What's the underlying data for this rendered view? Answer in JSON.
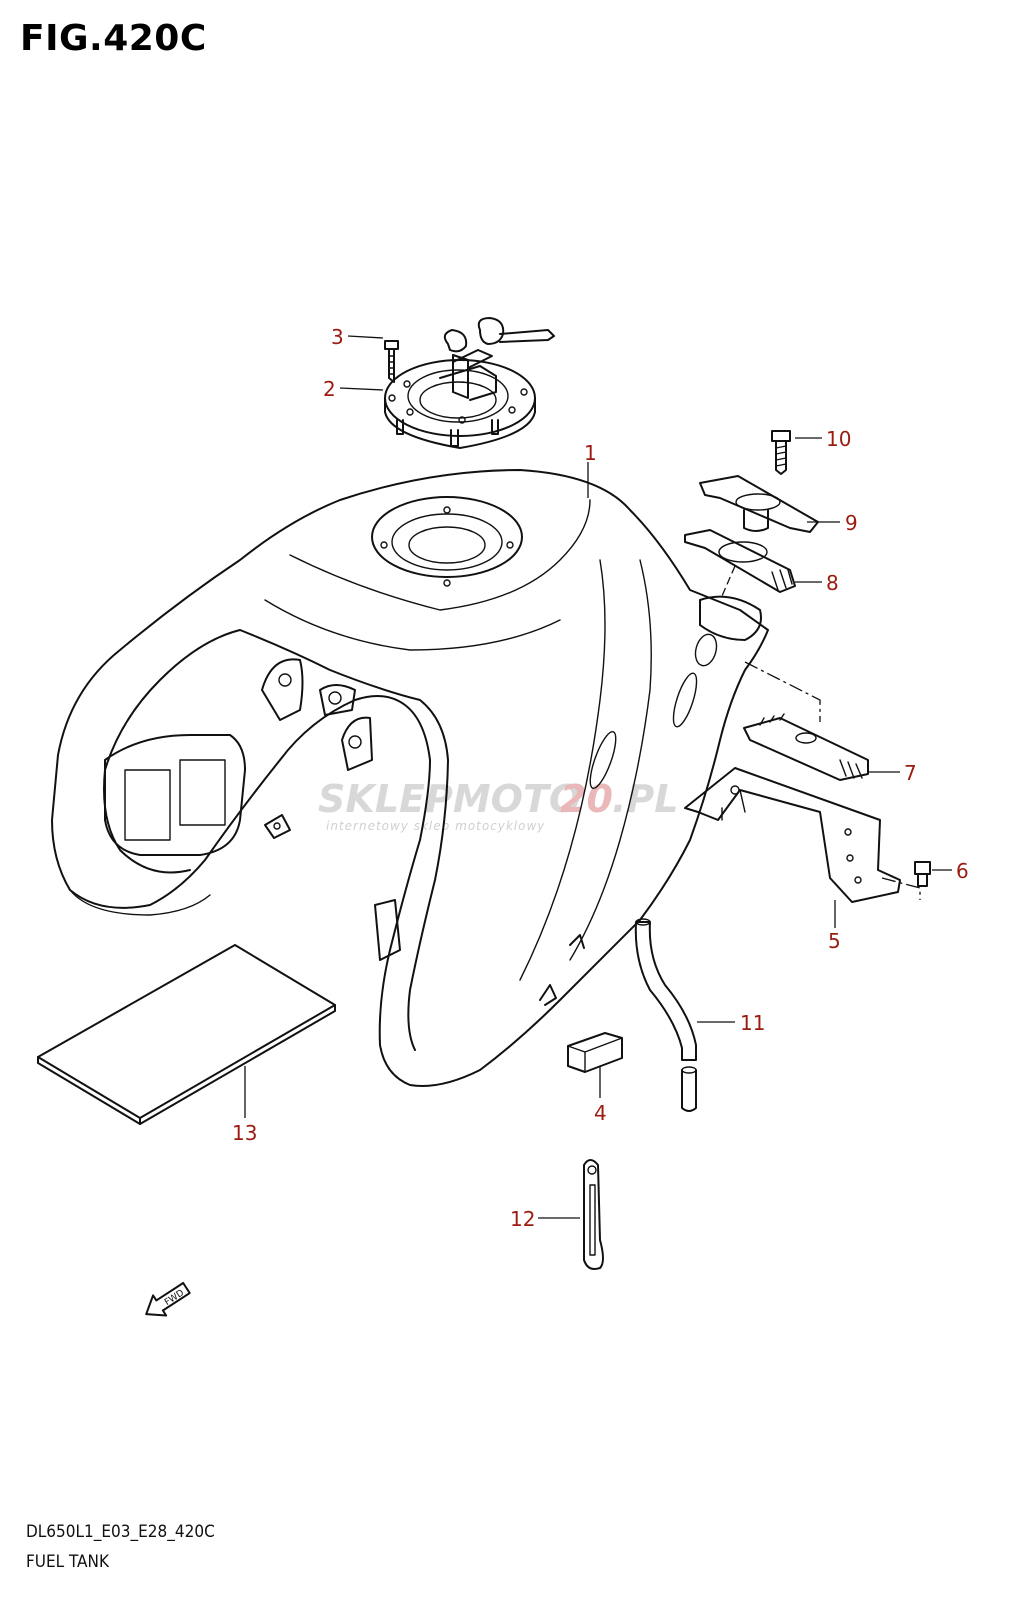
{
  "figure": {
    "title": "FIG.420C",
    "code": "DL650L1_E03_E28_420C",
    "name": "FUEL TANK"
  },
  "watermark": {
    "brand_a": "SKLEPMOTO",
    "brand_b": "20",
    "brand_c": ".PL",
    "tagline": "internetowy sklep motocyklowy"
  },
  "fwd_label": "FWD",
  "callouts": [
    "1",
    "2",
    "3",
    "4",
    "5",
    "6",
    "7",
    "8",
    "9",
    "10",
    "11",
    "12",
    "13"
  ],
  "colors": {
    "callout": "#9b1b10",
    "line": "#111111",
    "watermark_accent": "#e6a5a5"
  }
}
